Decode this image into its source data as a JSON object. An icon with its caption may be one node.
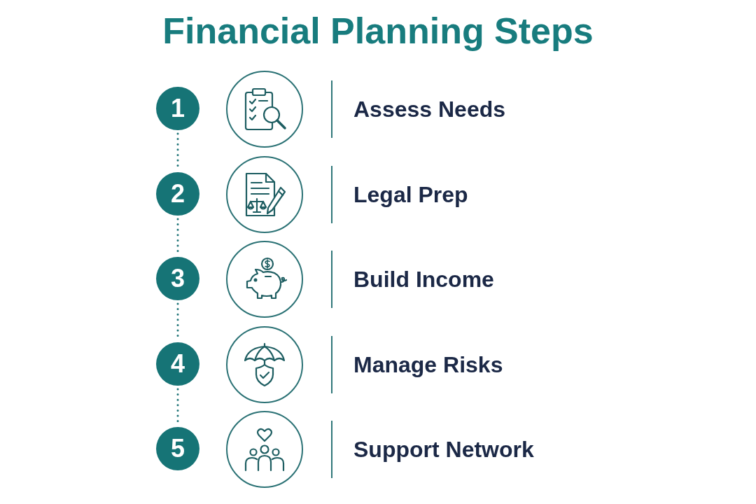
{
  "diagram": {
    "title": "Financial Planning Steps",
    "nodes": [
      {
        "text": [
          "1"
        ]
      },
      {
        "text": [],
        "shape": "picture",
        "beside": [
          "Assess Needs"
        ]
      },
      {
        "text": [
          "2"
        ]
      },
      {
        "text": [],
        "shape": "picture",
        "beside": [
          "Legal Prep"
        ]
      },
      {
        "text": [
          "3"
        ]
      },
      {
        "text": [],
        "shape": "picture",
        "beside": [
          "Build Income"
        ]
      },
      {
        "text": [
          "4"
        ]
      },
      {
        "text": [],
        "shape": "picture",
        "beside": [
          "Manage Risks"
        ]
      },
      {
        "text": [
          "5"
        ]
      },
      {
        "text": [],
        "shape": "picture",
        "beside": [
          "Support Network"
        ]
      }
    ],
    "edges": [
      {
        "from": 0,
        "to": 2,
        "arrow": "none",
        "style": "dashed"
      },
      {
        "from": 2,
        "to": 4,
        "arrow": "none",
        "style": "dashed"
      },
      {
        "from": 4,
        "to": 6,
        "arrow": "none",
        "style": "dashed"
      },
      {
        "from": 6,
        "to": 8,
        "arrow": "none",
        "style": "dashed"
      }
    ]
  }
}
